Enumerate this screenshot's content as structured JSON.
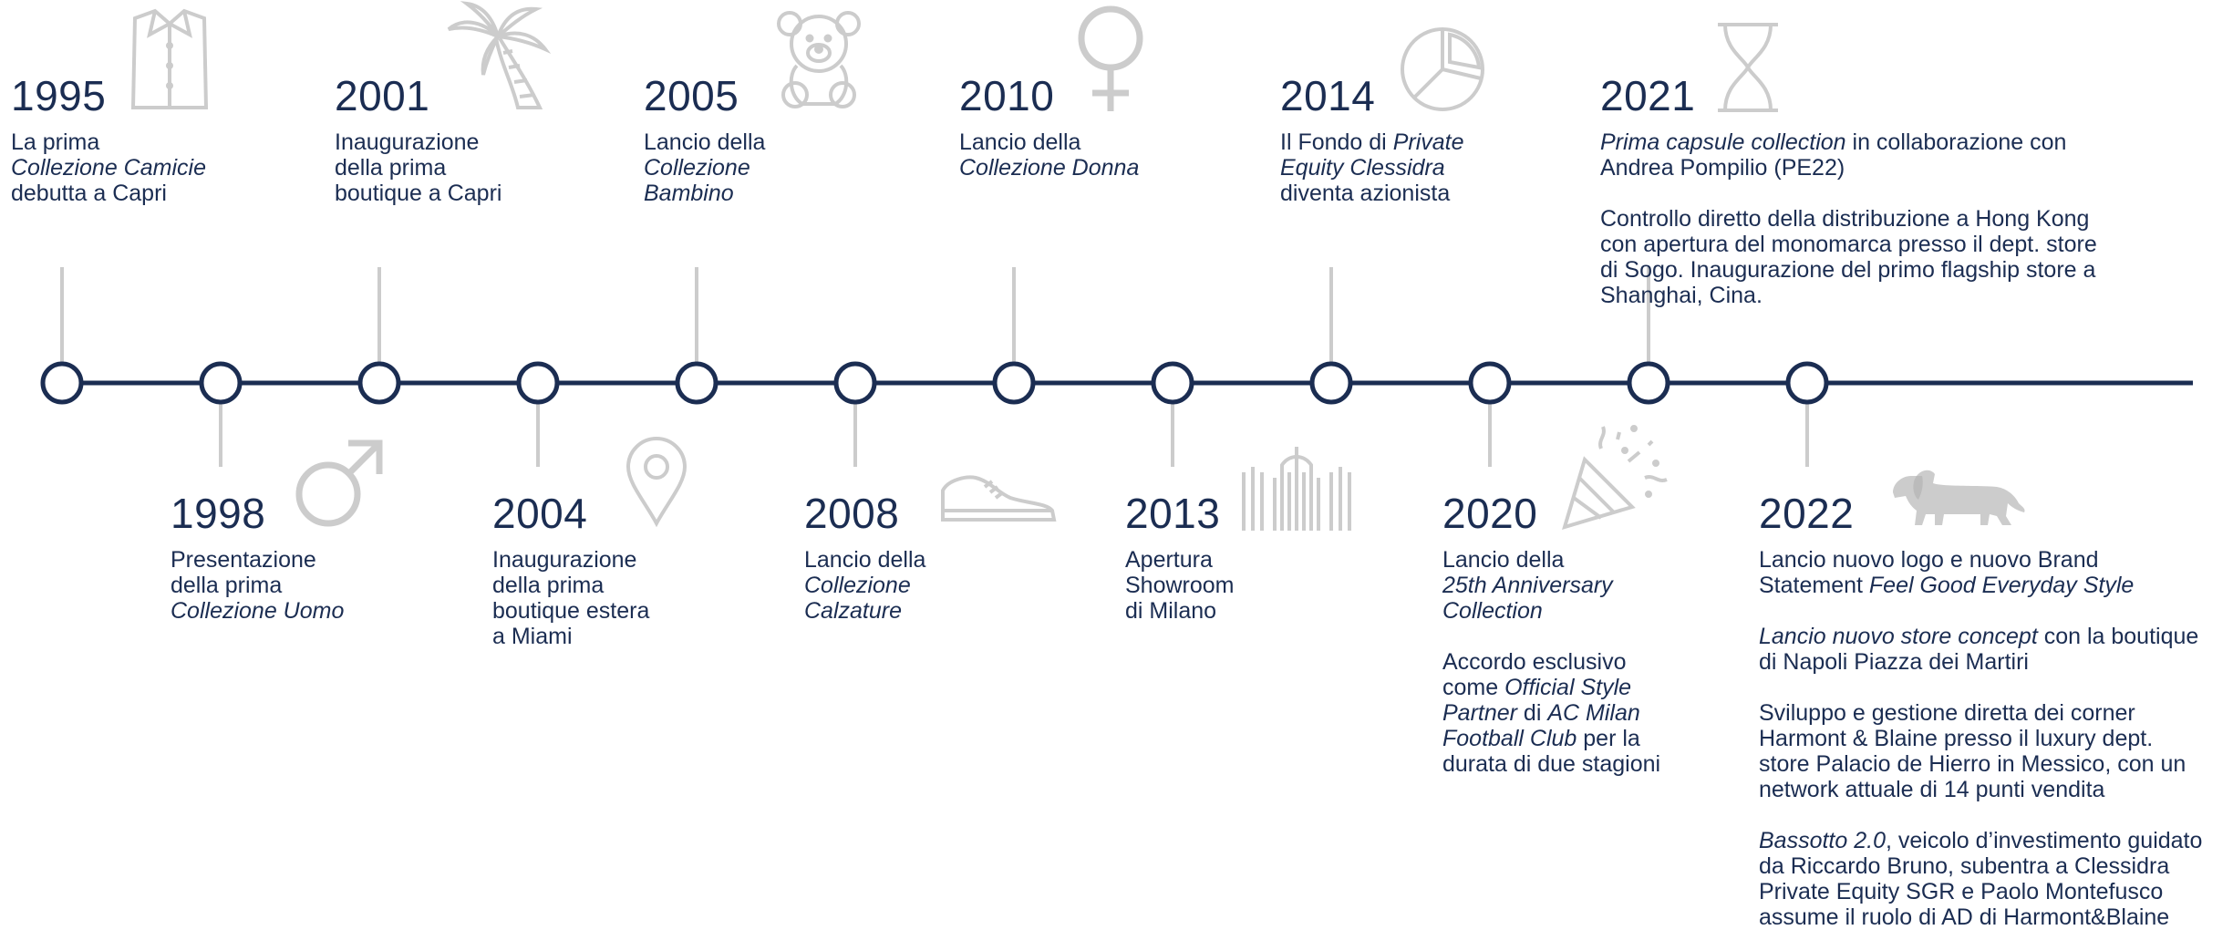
{
  "colors": {
    "line": "#1b2d52",
    "text": "#1b2d52",
    "icon": "#cccccc",
    "connector": "#cccccc"
  },
  "events": [
    {
      "id": "1995",
      "year": "1995",
      "position": "top",
      "icon": "shirt-icon",
      "paragraphs": [
        [
          [
            {
              "t": "La prima"
            }
          ],
          [
            {
              "t": "Collezione Camicie",
              "i": true
            }
          ],
          [
            {
              "t": "debutta a Capri"
            }
          ]
        ]
      ]
    },
    {
      "id": "1998",
      "year": "1998",
      "position": "bottom",
      "icon": "male-symbol-icon",
      "paragraphs": [
        [
          [
            {
              "t": "Presentazione"
            }
          ],
          [
            {
              "t": "della prima"
            }
          ],
          [
            {
              "t": "Collezione Uomo",
              "i": true
            }
          ]
        ]
      ]
    },
    {
      "id": "2001",
      "year": "2001",
      "position": "top",
      "icon": "palm-tree-icon",
      "paragraphs": [
        [
          [
            {
              "t": "Inaugurazione"
            }
          ],
          [
            {
              "t": "della prima"
            }
          ],
          [
            {
              "t": "boutique a Capri"
            }
          ]
        ]
      ]
    },
    {
      "id": "2004",
      "year": "2004",
      "position": "bottom",
      "icon": "map-pin-icon",
      "paragraphs": [
        [
          [
            {
              "t": "Inaugurazione"
            }
          ],
          [
            {
              "t": "della prima"
            }
          ],
          [
            {
              "t": "boutique estera"
            }
          ],
          [
            {
              "t": "a Miami"
            }
          ]
        ]
      ]
    },
    {
      "id": "2005",
      "year": "2005",
      "position": "top",
      "icon": "teddy-bear-icon",
      "paragraphs": [
        [
          [
            {
              "t": "Lancio della"
            }
          ],
          [
            {
              "t": "Collezione",
              "i": true
            }
          ],
          [
            {
              "t": "Bambino",
              "i": true
            }
          ]
        ]
      ]
    },
    {
      "id": "2008",
      "year": "2008",
      "position": "bottom",
      "icon": "sneaker-icon",
      "paragraphs": [
        [
          [
            {
              "t": "Lancio della"
            }
          ],
          [
            {
              "t": "Collezione",
              "i": true
            }
          ],
          [
            {
              "t": "Calzature",
              "i": true
            }
          ]
        ]
      ]
    },
    {
      "id": "2010",
      "year": "2010",
      "position": "top",
      "icon": "female-symbol-icon",
      "paragraphs": [
        [
          [
            {
              "t": "Lancio della"
            }
          ],
          [
            {
              "t": "Collezione Donna",
              "i": true
            }
          ]
        ]
      ]
    },
    {
      "id": "2013",
      "year": "2013",
      "position": "bottom",
      "icon": "milan-cathedral-icon",
      "paragraphs": [
        [
          [
            {
              "t": "Apertura"
            }
          ],
          [
            {
              "t": "Showroom"
            }
          ],
          [
            {
              "t": "di Milano"
            }
          ]
        ]
      ]
    },
    {
      "id": "2014",
      "year": "2014",
      "position": "top",
      "icon": "pie-chart-icon",
      "paragraphs": [
        [
          [
            {
              "t": "Il Fondo di "
            },
            {
              "t": "Private",
              "i": true
            }
          ],
          [
            {
              "t": "Equity Clessidra",
              "i": true
            }
          ],
          [
            {
              "t": "diventa azionista"
            }
          ]
        ]
      ]
    },
    {
      "id": "2020",
      "year": "2020",
      "position": "bottom",
      "icon": "party-popper-icon",
      "paragraphs": [
        [
          [
            {
              "t": "Lancio della"
            }
          ],
          [
            {
              "t": "25th Anniversary",
              "i": true
            }
          ],
          [
            {
              "t": "Collection",
              "i": true
            }
          ]
        ],
        [
          [
            {
              "t": "Accordo esclusivo"
            }
          ],
          [
            {
              "t": "come "
            },
            {
              "t": "Official Style",
              "i": true
            }
          ],
          [
            {
              "t": "Partner",
              "i": true
            },
            {
              "t": " di "
            },
            {
              "t": "AC Milan",
              "i": true
            }
          ],
          [
            {
              "t": "Football Club",
              "i": true
            },
            {
              "t": " per la"
            }
          ],
          [
            {
              "t": "durata di due stagioni"
            }
          ]
        ]
      ]
    },
    {
      "id": "2021",
      "year": "2021",
      "position": "top",
      "icon": "hourglass-icon",
      "paragraphs": [
        [
          [
            {
              "t": "Prima capsule collection",
              "i": true
            },
            {
              "t": " in collaborazione con"
            }
          ],
          [
            {
              "t": "Andrea Pompilio (PE22)"
            }
          ]
        ],
        [
          [
            {
              "t": "Controllo diretto della distribuzione a Hong Kong"
            }
          ],
          [
            {
              "t": "con apertura del monomarca presso il dept. store"
            }
          ],
          [
            {
              "t": "di Sogo. Inaugurazione del primo flagship store a"
            }
          ],
          [
            {
              "t": "Shanghai, Cina."
            }
          ]
        ]
      ]
    },
    {
      "id": "2022",
      "year": "2022",
      "position": "bottom",
      "icon": "dachshund-icon",
      "paragraphs": [
        [
          [
            {
              "t": "Lancio nuovo logo e nuovo Brand"
            }
          ],
          [
            {
              "t": "Statement "
            },
            {
              "t": "Feel Good Everyday Style",
              "i": true
            }
          ]
        ],
        [
          [
            {
              "t": "Lancio nuovo store concept",
              "i": true
            },
            {
              "t": " con la boutique"
            }
          ],
          [
            {
              "t": "di Napoli Piazza dei Martiri"
            }
          ]
        ],
        [
          [
            {
              "t": "Sviluppo e gestione diretta dei corner"
            }
          ],
          [
            {
              "t": "Harmont & Blaine presso il luxury dept."
            }
          ],
          [
            {
              "t": "store Palacio de Hierro in Messico, con un"
            }
          ],
          [
            {
              "t": "network attuale di 14 punti vendita"
            }
          ]
        ],
        [
          [
            {
              "t": "Bassotto 2.0",
              "i": true
            },
            {
              "t": ", veicolo d’investimento guidato"
            }
          ],
          [
            {
              "t": "da Riccardo Bruno, subentra a Clessidra"
            }
          ],
          [
            {
              "t": "Private Equity SGR e Paolo Montefusco"
            }
          ],
          [
            {
              "t": "assume il ruolo di AD di Harmont&Blaine"
            }
          ]
        ]
      ]
    }
  ]
}
